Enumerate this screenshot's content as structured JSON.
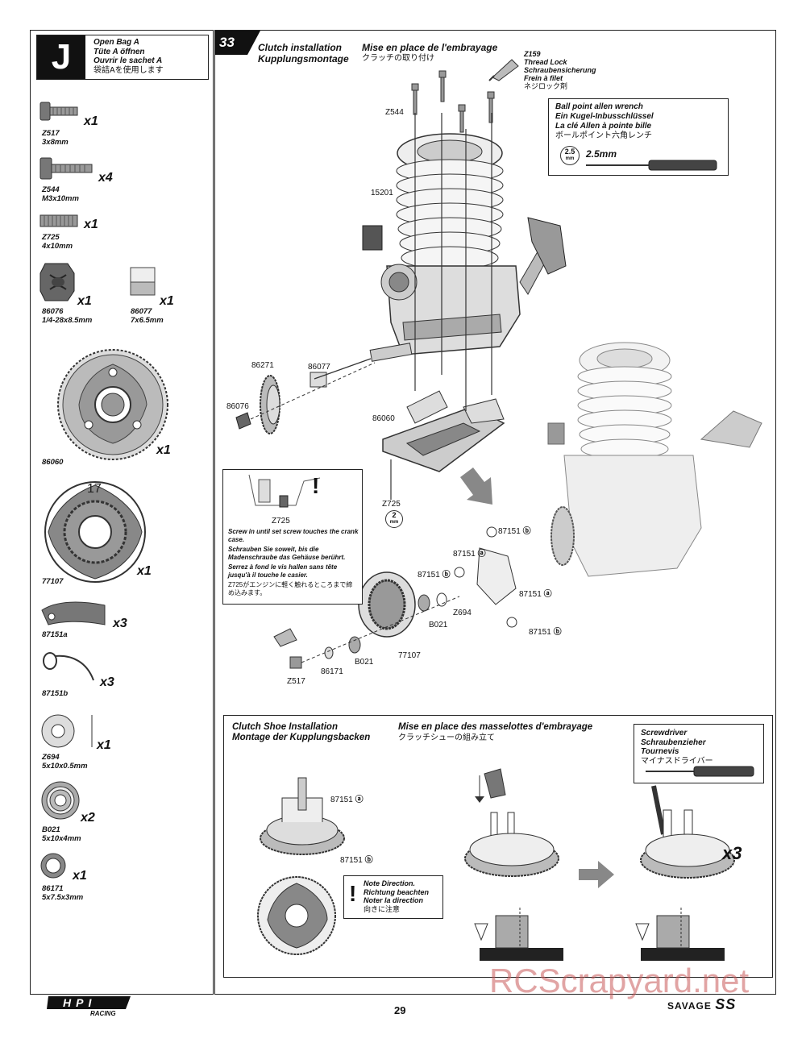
{
  "bag": {
    "letter": "J",
    "lines": [
      "Open Bag A",
      "Tüte A öffnen",
      "Ouvrir le sachet A",
      "袋詰Aを使用します"
    ]
  },
  "parts": [
    {
      "code": "Z517",
      "size": "3x8mm",
      "qty": "x1"
    },
    {
      "code": "Z544",
      "size": "M3x10mm",
      "qty": "x4"
    },
    {
      "code": "Z725",
      "size": "4x10mm",
      "qty": "x1"
    },
    {
      "code": "86076",
      "size": "1/4-28x8.5mm",
      "qty": "x1"
    },
    {
      "code": "86077",
      "size": "7x6.5mm",
      "qty": "x1"
    },
    {
      "code": "86060",
      "size": "",
      "qty": "x1"
    },
    {
      "code": "77107",
      "size": "",
      "qty": "x1",
      "gear_teeth": "17"
    },
    {
      "code": "87151a",
      "size": "",
      "qty": "x3"
    },
    {
      "code": "87151b",
      "size": "",
      "qty": "x3"
    },
    {
      "code": "Z694",
      "size": "5x10x0.5mm",
      "qty": "x1"
    },
    {
      "code": "B021",
      "size": "5x10x4mm",
      "qty": "x2"
    },
    {
      "code": "86171",
      "size": "5x7.5x3mm",
      "qty": "x1"
    }
  ],
  "step": {
    "number": "33",
    "title_en": "Clutch installation",
    "title_de": "Kupplungsmontage",
    "title_fr": "Mise en place de l'embrayage",
    "title_jp": "クラッチの取り付け"
  },
  "threadlock": {
    "code": "Z159",
    "lines": [
      "Thread Lock",
      "Schraubensicherung",
      "Frein à filet",
      "ネジロック剤"
    ]
  },
  "wrench": {
    "lines": [
      "Ball point allen wrench",
      "Ein Kugel-Inbusschlüssel",
      "La clé Allen à pointe bille",
      "ボールポイント六角レンチ"
    ],
    "size_badge": "2.5",
    "size_unit": "mm",
    "size_text": "2.5mm"
  },
  "callouts": {
    "z544": "Z544",
    "engine": "15201",
    "p86271": "86271",
    "p86077": "86077",
    "p86076": "86076",
    "p86060": "86060",
    "z725": "Z725",
    "hex2": "2",
    "hex2_unit": "mm",
    "b1": "87151",
    "a1": "87151",
    "b2": "87151",
    "a2": "87151",
    "b3": "87151",
    "z694": "Z694",
    "b021a": "B021",
    "b021b": "B021",
    "p77107": "77107",
    "p86171": "86171",
    "z517": "Z517"
  },
  "setscrew_note": {
    "code": "Z725",
    "en": "Screw in until set screw touches the crank case.",
    "de": "Schrauben Sie soweit, bis die Madenschraube das Gehäuse berührt.",
    "fr": "Serrez à fond le vis hallen sans tête jusqu'à il touche le casier.",
    "jp": "Z725がエンジンに軽く触れるところまで締め込みます。"
  },
  "shoe": {
    "title_en": "Clutch Shoe Installation",
    "title_de": "Montage der Kupplungsbacken",
    "title_fr": "Mise en place des masselottes d'embrayage",
    "title_jp": "クラッチシューの組み立て",
    "a_label": "87151",
    "b_label": "87151",
    "note_lines": [
      "Note Direction.",
      "Richtung beachten",
      "Noter la direction",
      "向きに注意"
    ],
    "multiplier": "x3"
  },
  "screwdriver": {
    "lines": [
      "Screwdriver",
      "Schraubenzieher",
      "Tournevis",
      "マイナスドライバー"
    ]
  },
  "footer": {
    "page": "29",
    "brand": "HPI",
    "brand_sub": "RACING",
    "model": "SAVAGE",
    "model_suffix": "SS",
    "watermark": "RCScrapyard.net"
  }
}
